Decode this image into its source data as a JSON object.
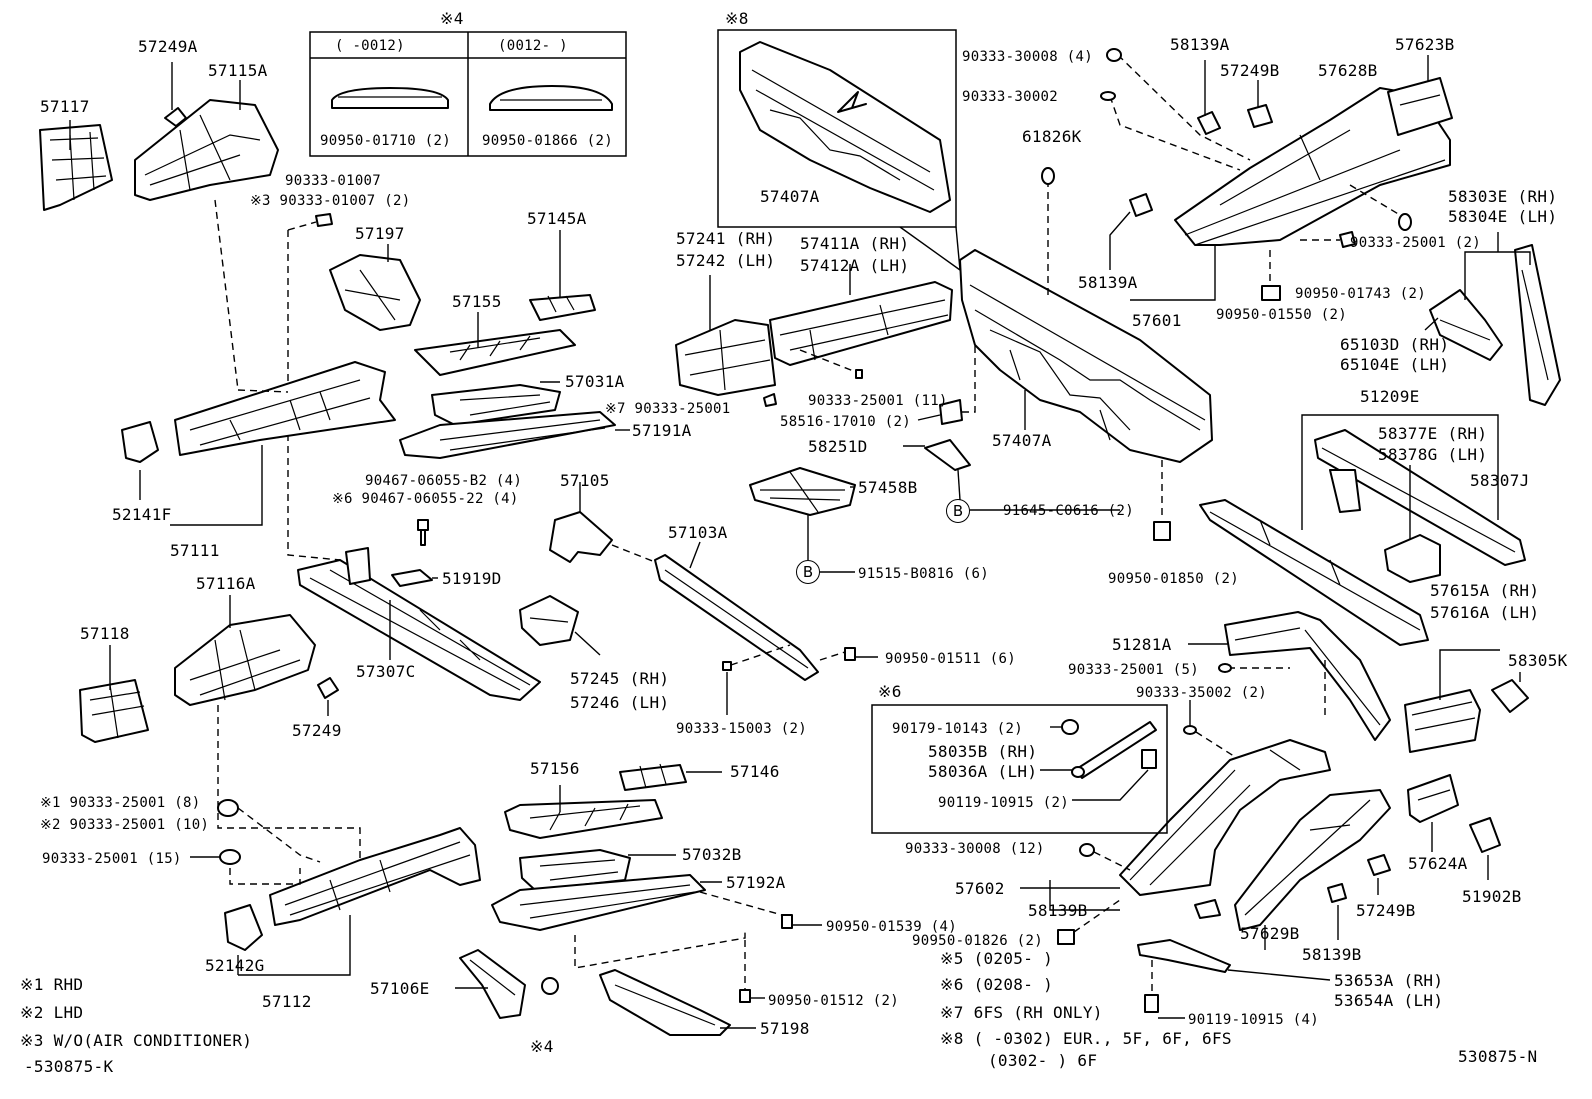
{
  "labels": {
    "p57117": "57117",
    "p57249A": "57249A",
    "p57115A": "57115A",
    "note4_title": "※4",
    "note4_col1": "(    -0012)",
    "note4_col2": "(0012-    )",
    "note4_part1": "90950-01710 (2)",
    "note4_part2": "90950-01866 (2)",
    "b90333_01007": "90333-01007",
    "b90333_01007_2": "※3 90333-01007 (2)",
    "p57197": "57197",
    "p57145A": "57145A",
    "p57155": "57155",
    "p57031A": "57031A",
    "p57191A": "57191A",
    "p52141F": "52141F",
    "p57111": "57111",
    "b90467_B2": "90467-06055-B2 (4)",
    "b90467_22": "※6 90467-06055-22 (4)",
    "p57105": "57105",
    "p51919D": "51919D",
    "p57116A": "57116A",
    "p57118": "57118",
    "p57307C": "57307C",
    "p57249": "57249",
    "p57245": "57245 (RH)",
    "p57246": "57246 (LH)",
    "p57103A": "57103A",
    "b90950_01511": "90950-01511 (6)",
    "b90333_15003": "90333-15003 (2)",
    "note8_title": "※8",
    "p57407A_top": "57407A",
    "p57241": "57241 (RH)",
    "p57242": "57242 (LH)",
    "p57411A": "57411A (RH)",
    "p57412A": "57412A (LH)",
    "b90333_25001_7": "※7 90333-25001",
    "b90333_25001_11": "90333-25001 (11)",
    "b58516": "58516-17010 (2)",
    "p58251D": "58251D",
    "p57458B": "57458B",
    "b91645": "91645-C0616 (2)",
    "b91515": "91515-B0816 (6)",
    "p57407A": "57407A",
    "b90333_30008_4": "90333-30008 (4)",
    "b90333_30002": "90333-30002",
    "p61826K": "61826K",
    "p58139A_top": "58139A",
    "p57249B_top": "57249B",
    "p57628B": "57628B",
    "p57623B": "57623B",
    "p58303E": "58303E (RH)",
    "p58304E": "58304E (LH)",
    "b90333_25001_2": "90333-25001 (2)",
    "p58139A": "58139A",
    "p57601": "57601",
    "b90950_01743": "90950-01743 (2)",
    "b90950_01550": "90950-01550 (2)",
    "p65103D": "65103D (RH)",
    "p65104E": "65104E (LH)",
    "p51209E": "51209E",
    "p58377E": "58377E (RH)",
    "p58378G": "58378G (LH)",
    "p58307J": "58307J",
    "b90950_01850": "90950-01850 (2)",
    "p57615A": "57615A (RH)",
    "p57616A": "57616A (LH)",
    "p58305K": "58305K",
    "p51281A": "51281A",
    "b90333_25001_5": "90333-25001 (5)",
    "b90333_35002": "90333-35002 (2)",
    "note6_title": "※6",
    "b90179": "90179-10143 (2)",
    "p58035B": "58035B (RH)",
    "p58036A": "58036A (LH)",
    "b90119_2": "90119-10915 (2)",
    "b90333_30008_12": "90333-30008 (12)",
    "p57602": "57602",
    "p58139B": "58139B",
    "b90950_01826": "90950-01826 (2)",
    "p57624A": "57624A",
    "p51902B": "51902B",
    "p57249B": "57249B",
    "p57629B": "57629B",
    "p58139B_r": "58139B",
    "p53653A": "53653A (RH)",
    "p53654A": "53654A (LH)",
    "b90119_4": "90119-10915 (4)",
    "p57156": "57156",
    "p57146": "57146",
    "p57032B": "57032B",
    "p57192A": "57192A",
    "b90950_01539": "90950-01539 (4)",
    "b90950_01512": "90950-01512 (2)",
    "p57198": "57198",
    "p57106E": "57106E",
    "note4_ref": "※4",
    "b_rhd8": "※1 90333-25001 (8)",
    "b_lhd10": "※2 90333-25001 (10)",
    "b90333_25001_15": "90333-25001 (15)",
    "p52142G": "57112",
    "p52142G_real": "52142G",
    "circ_B1": "B",
    "circ_B2": "B"
  },
  "legend": {
    "l1": "※1 RHD",
    "l2": "※2 LHD",
    "l3": "※3 W/O(AIR CONDITIONER)",
    "l4": "-530875-K",
    "l5": "※5 (0205-      )",
    "l6": "※6 (0208-      )",
    "l7": "※7  6FS (RH ONLY)",
    "l8": "※8 (      -0302) EUR., 5F, 6F, 6FS",
    "l9": "(0302-      ) 6F",
    "ref": "530875-N"
  }
}
